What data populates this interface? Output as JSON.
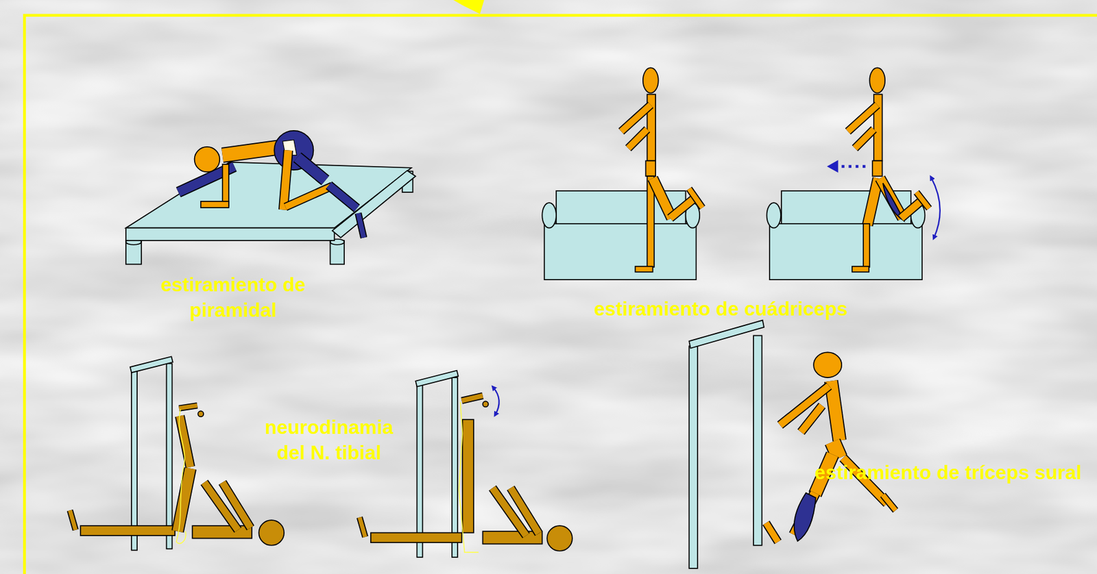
{
  "diagram": {
    "labels": [
      "estiramiento de piramidal",
      "estiramiento de cuádriceps",
      "neurodinamia del N. tibial",
      "estiramiento de tríceps sural"
    ]
  }
}
